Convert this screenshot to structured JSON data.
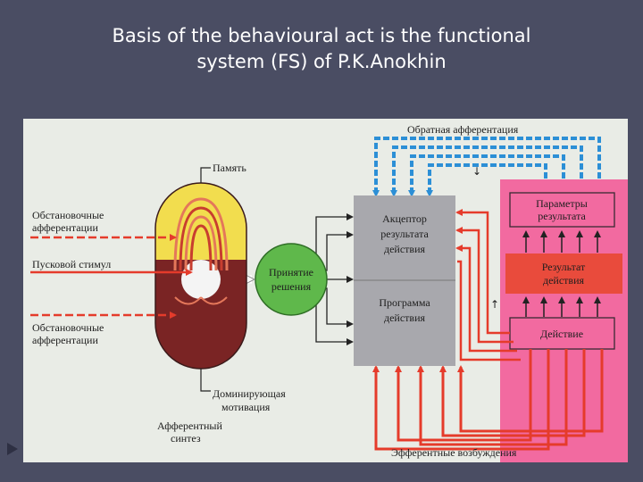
{
  "slide": {
    "title_line1": "Basis of the behavioural act is the functional",
    "title_line2": "system (FS) of P.K.Anokhin"
  },
  "diagram": {
    "memory": "Память",
    "situational_afferentation_top": [
      "Обстановочные",
      "афферентации"
    ],
    "trigger_stimulus": "Пусковой стимул",
    "situational_afferentation_bottom": [
      "Обстановочные",
      "афферентации"
    ],
    "dominant_motivation": [
      "Доминирующая",
      "мотивация"
    ],
    "afferent_synthesis": [
      "Афферентный",
      "синтез"
    ],
    "decision": [
      "Принятие",
      "решения"
    ],
    "acceptor": [
      "Акцептор",
      "результата",
      "действия"
    ],
    "program": [
      "Программа",
      "действия"
    ],
    "feedback": "Обратная афферентация",
    "result_parameters": [
      "Параметры",
      "результата"
    ],
    "action_result": [
      "Результат",
      "действия"
    ],
    "action": "Действие",
    "efferent_excitations": "Эфферентные возбуждения"
  },
  "colors": {
    "background": "#4a4d63",
    "title": "#ffffff",
    "panel": "#e9ece6",
    "red": "#e53b2b",
    "blue": "#2c8fd6",
    "decision_green": "#5fb84b",
    "acceptor_grey": "#a8a8ad",
    "result_pink": "#f26aa0",
    "synthesis_yellow": "#f2dd4e",
    "synthesis_brown": "#7a2424"
  }
}
